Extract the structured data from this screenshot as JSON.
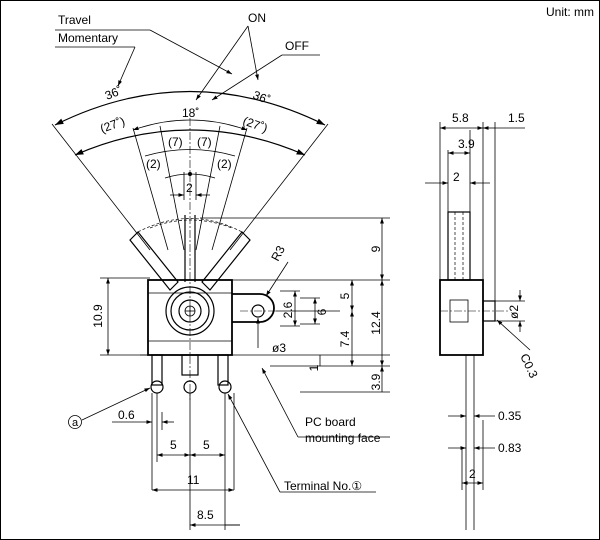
{
  "header": {
    "unit": "Unit: mm"
  },
  "callouts": {
    "travel": "Travel",
    "momentary": "Momentary",
    "on": "ON",
    "off": "OFF",
    "pc_board_1": "PC board",
    "pc_board_2": "mounting face",
    "terminal": "Terminal No.①",
    "a_mark": "a"
  },
  "angles": {
    "left_outer": "36˚",
    "right_outer": "36˚",
    "center": "18˚",
    "left_inner": "(27˚)",
    "right_inner": "(27˚)"
  },
  "front_dims": {
    "p7_left": "(7)",
    "p7_right": "(7)",
    "p2_left": "(2)",
    "p2_right": "(2)",
    "two": "2",
    "r3": "R3",
    "nine": "9",
    "five": "5",
    "six": "6",
    "two_six": "2.6",
    "twelve_four": "12.4",
    "seven_four": "7.4",
    "phi3": "ø3",
    "one": "1",
    "three_nine": "3.9",
    "ten_nine": "10.9",
    "zero_six": "0.6",
    "pitch_left": "5",
    "pitch_right": "5",
    "eleven": "11",
    "eight_five": "8.5"
  },
  "side_dims": {
    "five_eight": "5.8",
    "one_five": "1.5",
    "three_nine": "3.9",
    "two_top": "2",
    "phi2": "ø2",
    "c03": "C0.3",
    "zero_35": "0.35",
    "zero_83": "0.83",
    "two_bottom": "2"
  }
}
